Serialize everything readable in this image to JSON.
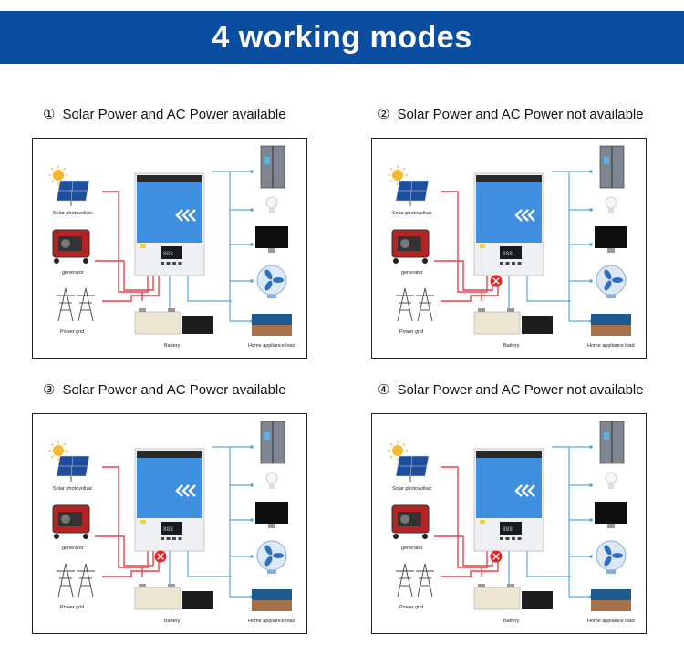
{
  "banner": {
    "title": "4 working modes"
  },
  "labels": {
    "solar": "Solar photovoltaic",
    "generator": "generator",
    "grid": "Power grid",
    "battery": "Battery",
    "load": "Home appliance load"
  },
  "colors": {
    "banner_blue": "#0b4da0",
    "ac_line": "#e0444e",
    "dc_line": "#5aa6df",
    "inverter_blue": "#3f8fe0",
    "fault_red": "#e32626"
  },
  "modes": [
    {
      "number": "①",
      "title": "Solar Power and AC Power available",
      "fault_at": "none"
    },
    {
      "number": "②",
      "title": "Solar Power and AC Power not available",
      "fault_at": "ac-input"
    },
    {
      "number": "③",
      "title": "Solar Power and AC Power available",
      "fault_at": "battery"
    },
    {
      "number": "④",
      "title": "Solar Power and AC Power not available",
      "fault_at": "ac-input"
    }
  ]
}
